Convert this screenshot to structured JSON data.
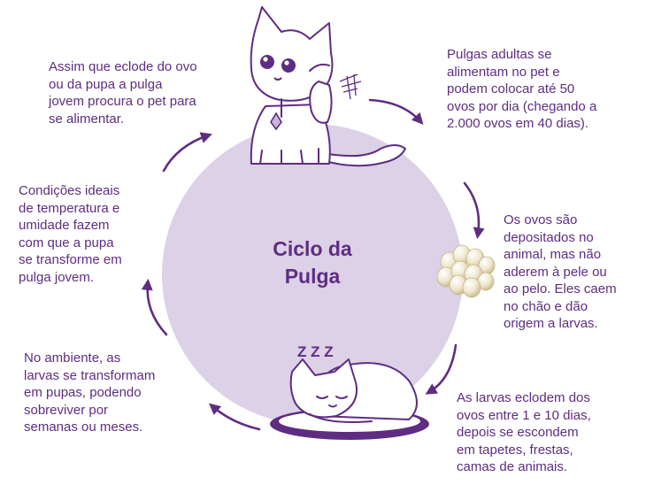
{
  "title": [
    "Ciclo da",
    "Pulga"
  ],
  "steps": [
    [
      "Pulgas adultas se",
      "alimentam no pet e",
      "podem colocar até 50",
      "ovos por dia (chegando a",
      "2.000 ovos em 40 dias)."
    ],
    [
      "Os ovos são",
      "depositados no",
      "animal, mas não",
      "aderem à pele ou",
      "ao pelo. Eles caem",
      "no chão e dão",
      "origem a larvas."
    ],
    [
      "As larvas eclodem dos",
      "ovos entre 1 e 10 dias,",
      "depois se escondem",
      "em tapetes, frestas,",
      "camas de animais."
    ],
    [
      "No ambiente, as",
      "larvas se transformam",
      "em pupas, podendo",
      "sobreviver por",
      "semanas ou meses."
    ],
    [
      "Condições ideais",
      "de temperatura e",
      "umidade fazem",
      "com que a pupa",
      "se transforme em",
      "pulga jovem."
    ],
    [
      "Assim que eclode do ovo",
      "ou da pupa a pulga",
      "jovem procura o pet para",
      "se alimentar."
    ]
  ],
  "sleep_text": "Z Z Z",
  "colors": {
    "purple": "#5e2d82",
    "circle": "#dcd1e6",
    "egg": "#efe7cf"
  }
}
